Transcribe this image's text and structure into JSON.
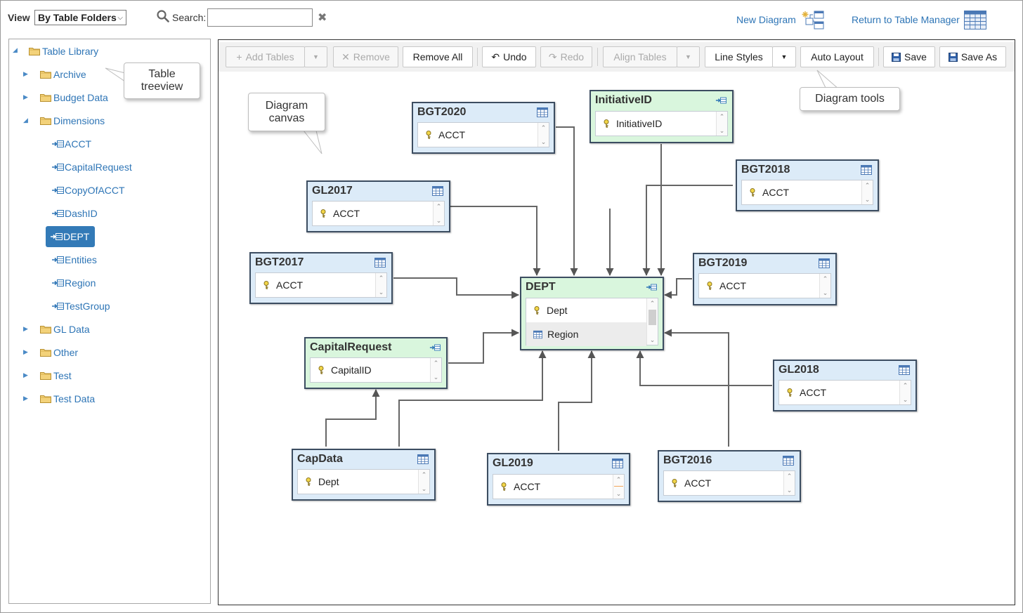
{
  "header": {
    "view_label": "View",
    "view_value": "By Table Folders",
    "search_label": "Search:",
    "search_value": "",
    "new_diagram": "New Diagram",
    "return_link": "Return to Table Manager"
  },
  "tree": {
    "root": "Table Library",
    "folders": [
      {
        "label": "Archive",
        "expanded": false
      },
      {
        "label": "Budget Data",
        "expanded": false
      },
      {
        "label": "Dimensions",
        "expanded": true
      },
      {
        "label": "GL Data",
        "expanded": false
      },
      {
        "label": "Other",
        "expanded": false
      },
      {
        "label": "Test",
        "expanded": false
      },
      {
        "label": "Test Data",
        "expanded": false
      }
    ],
    "dimension_tables": [
      "ACCT",
      "CapitalRequest",
      "CopyOfACCT",
      "DashID",
      "DEPT",
      "Entities",
      "Region",
      "TestGroup"
    ],
    "selected": "DEPT"
  },
  "callouts": {
    "treeview": "Table treeview",
    "canvas": "Diagram canvas",
    "tools": "Diagram tools"
  },
  "toolbar": {
    "add_tables": "Add Tables",
    "remove": "Remove",
    "remove_all": "Remove All",
    "undo": "Undo",
    "redo": "Redo",
    "align_tables": "Align Tables",
    "line_styles": "Line Styles",
    "auto_layout": "Auto Layout",
    "save": "Save",
    "save_as": "Save As"
  },
  "tables": {
    "bgt2020": {
      "title": "BGT2020",
      "col": "ACCT"
    },
    "initiativeid": {
      "title": "InitiativeID",
      "col": "InitiativeID"
    },
    "bgt2018": {
      "title": "BGT2018",
      "col": "ACCT"
    },
    "gl2017": {
      "title": "GL2017",
      "col": "ACCT"
    },
    "bgt2017": {
      "title": "BGT2017",
      "col": "ACCT"
    },
    "dept": {
      "title": "DEPT",
      "col1": "Dept",
      "col2": "Region"
    },
    "bgt2019": {
      "title": "BGT2019",
      "col": "ACCT"
    },
    "capitalrequest": {
      "title": "CapitalRequest",
      "col": "CapitalID"
    },
    "gl2018": {
      "title": "GL2018",
      "col": "ACCT"
    },
    "capdata": {
      "title": "CapData",
      "col": "Dept"
    },
    "gl2019": {
      "title": "GL2019",
      "col": "ACCT"
    },
    "bgt2016": {
      "title": "BGT2016",
      "col": "ACCT"
    }
  },
  "colors": {
    "link": "#2e75b6",
    "selected": "#337ab7",
    "table_blue": "#dcebf8",
    "table_green": "#d9f6dd"
  }
}
